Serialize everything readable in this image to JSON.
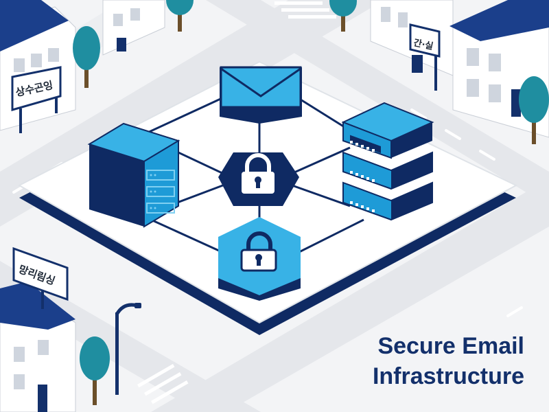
{
  "caption": {
    "line1": "Secure Email",
    "line2": "Infrastructure"
  },
  "signs": {
    "top_left": "상수곤잉",
    "top_right": "간·실",
    "bottom_left": "망리림싱"
  },
  "icons": {
    "mail": "envelope-icon",
    "lock": "padlock-icon",
    "servers": "server-rack-icon"
  },
  "colors": {
    "navy": "#13306b",
    "blue": "#1e9bd7",
    "light_blue": "#38b2e6",
    "teal_tree": "#1f8ea0"
  }
}
